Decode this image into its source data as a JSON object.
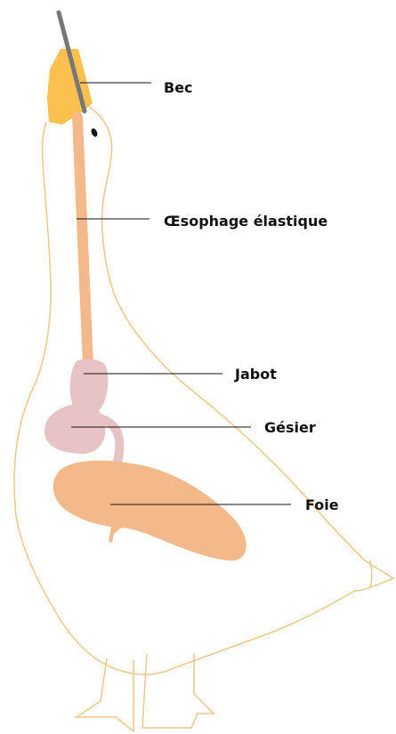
{
  "diagram": {
    "labels": {
      "beak": "Bec",
      "esophagus": "Œsophage élastique",
      "crop": "Jabot",
      "gizzard": "Gésier",
      "liver": "Foie"
    },
    "colors": {
      "outline": "#e8c98a",
      "beak": "#fbc04e",
      "tube": "#777777",
      "esophagus": "#f4b98a",
      "crop": "#e7c3c6",
      "gizzard": "#e7c3c6",
      "liver": "#f4b98a",
      "eye": "#111111",
      "leader": "#111111",
      "text": "#111111"
    }
  }
}
